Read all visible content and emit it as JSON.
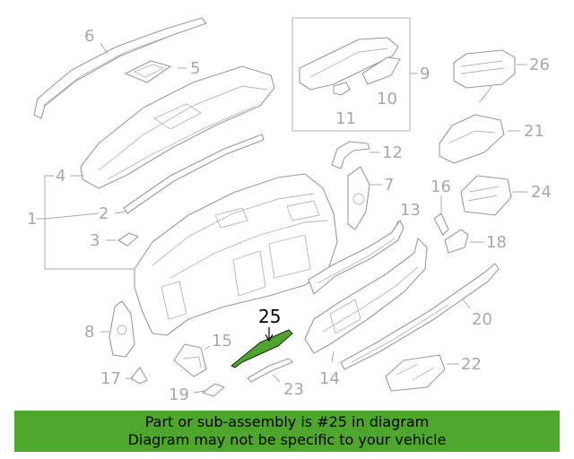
{
  "highlight_color": "#4ea72c",
  "banner": {
    "line1": "Part or sub-assembly is #25 in diagram",
    "line2": "Diagram may not be specific to your vehicle"
  },
  "callouts": [
    {
      "id": "1",
      "text": "1"
    },
    {
      "id": "2",
      "text": "2"
    },
    {
      "id": "3",
      "text": "3"
    },
    {
      "id": "4",
      "text": "4"
    },
    {
      "id": "5",
      "text": "5"
    },
    {
      "id": "6",
      "text": "6"
    },
    {
      "id": "7",
      "text": "7"
    },
    {
      "id": "8",
      "text": "8"
    },
    {
      "id": "9",
      "text": "9"
    },
    {
      "id": "10",
      "text": "10"
    },
    {
      "id": "11",
      "text": "11"
    },
    {
      "id": "12",
      "text": "12"
    },
    {
      "id": "13",
      "text": "13"
    },
    {
      "id": "14",
      "text": "14"
    },
    {
      "id": "15",
      "text": "15"
    },
    {
      "id": "16",
      "text": "16"
    },
    {
      "id": "17",
      "text": "17"
    },
    {
      "id": "18",
      "text": "18"
    },
    {
      "id": "19",
      "text": "19"
    },
    {
      "id": "20",
      "text": "20"
    },
    {
      "id": "21",
      "text": "21"
    },
    {
      "id": "22",
      "text": "22"
    },
    {
      "id": "23",
      "text": "23"
    },
    {
      "id": "24",
      "text": "24"
    },
    {
      "id": "25",
      "text": "25"
    },
    {
      "id": "26",
      "text": "26"
    }
  ]
}
